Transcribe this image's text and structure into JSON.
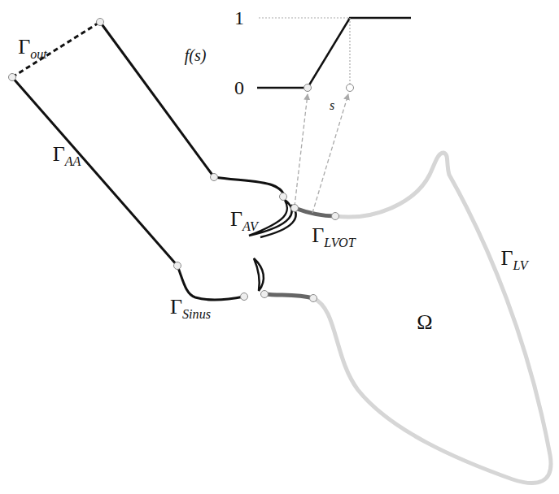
{
  "diagram": {
    "labels": [
      "Γout",
      "f(s)",
      "1",
      "0",
      "s",
      "ΓAA",
      "ΓAV",
      "ΓLVOT",
      "ΓSinus",
      "ΓLV",
      "Ω"
    ]
  }
}
